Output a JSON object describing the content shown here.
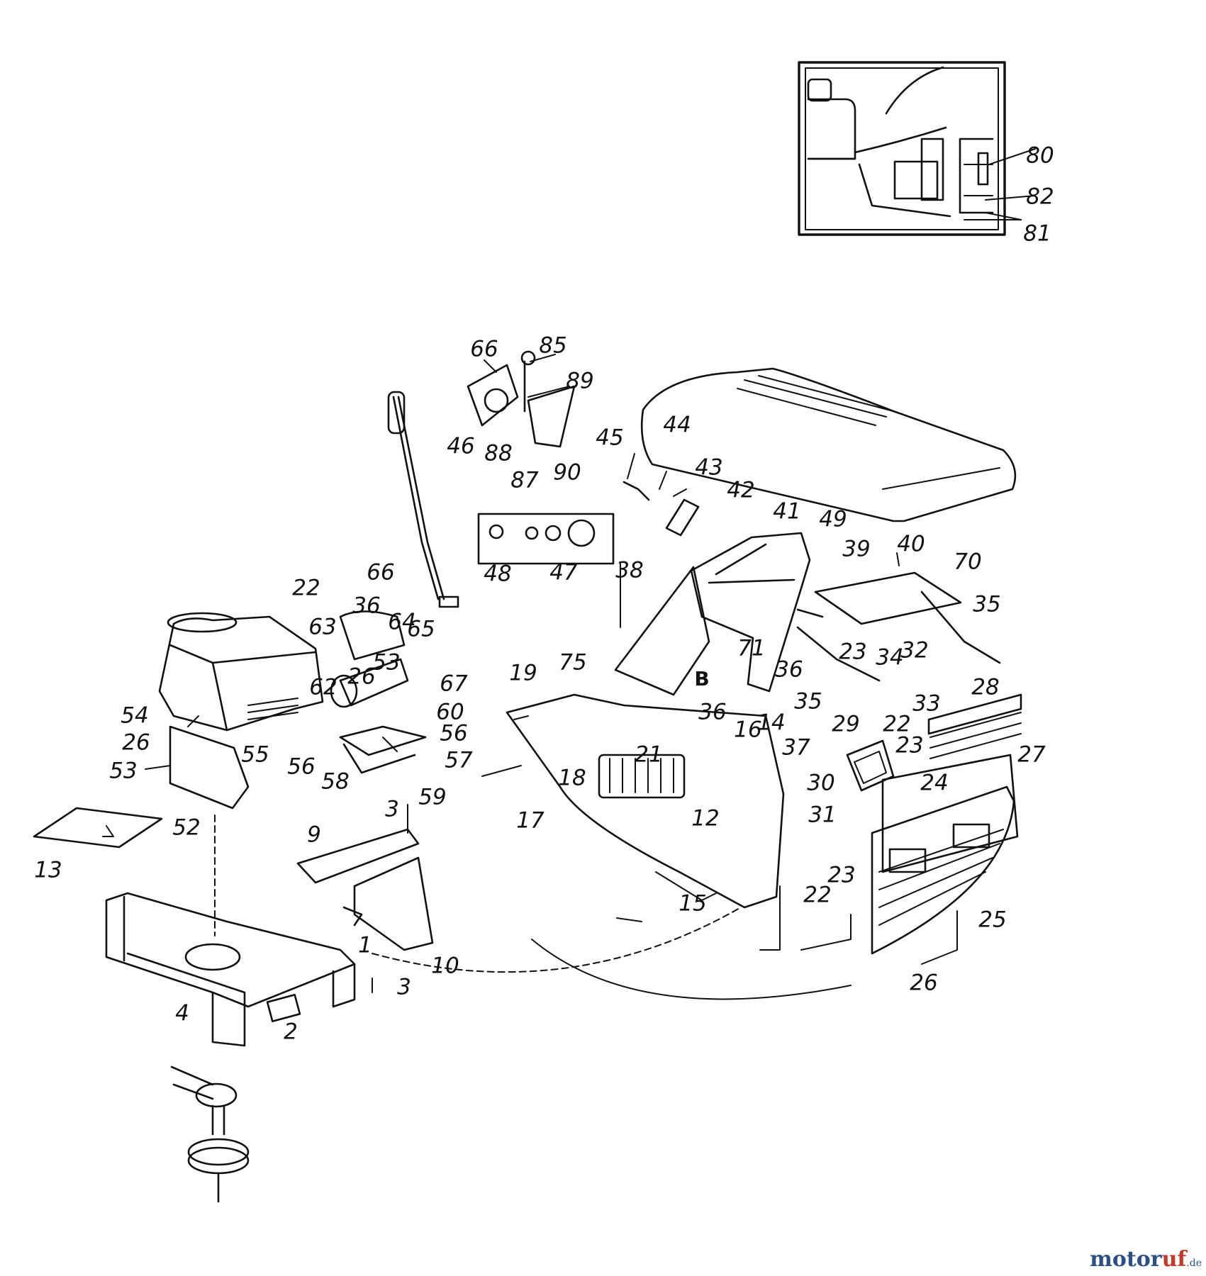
{
  "callouts": [
    "80",
    "82",
    "81",
    "66",
    "85",
    "89",
    "46",
    "88",
    "87",
    "90",
    "45",
    "44",
    "43",
    "42",
    "41",
    "49",
    "40",
    "39",
    "70",
    "35",
    "48",
    "47",
    "66",
    "38",
    "22",
    "36",
    "64",
    "65",
    "63",
    "53",
    "26",
    "62",
    "75",
    "71",
    "23",
    "34",
    "32",
    "36",
    "33",
    "28",
    "B",
    "19",
    "36",
    "67",
    "60",
    "56",
    "57",
    "54",
    "26",
    "55",
    "56",
    "58",
    "53",
    "21",
    "18",
    "16",
    "14",
    "37",
    "29",
    "22",
    "23",
    "17",
    "12",
    "30",
    "31",
    "24",
    "27",
    "35",
    "52",
    "13",
    "3",
    "59",
    "9",
    "23",
    "22",
    "25",
    "26",
    "15",
    "1",
    "10",
    "3",
    "4",
    "2"
  ],
  "brand": {
    "part1": "motor",
    "part2": "uf",
    "part3": ".de"
  },
  "colors": {
    "ink": "#111111",
    "brand_blue": "#2c4f86",
    "brand_red": "#c0392b"
  }
}
